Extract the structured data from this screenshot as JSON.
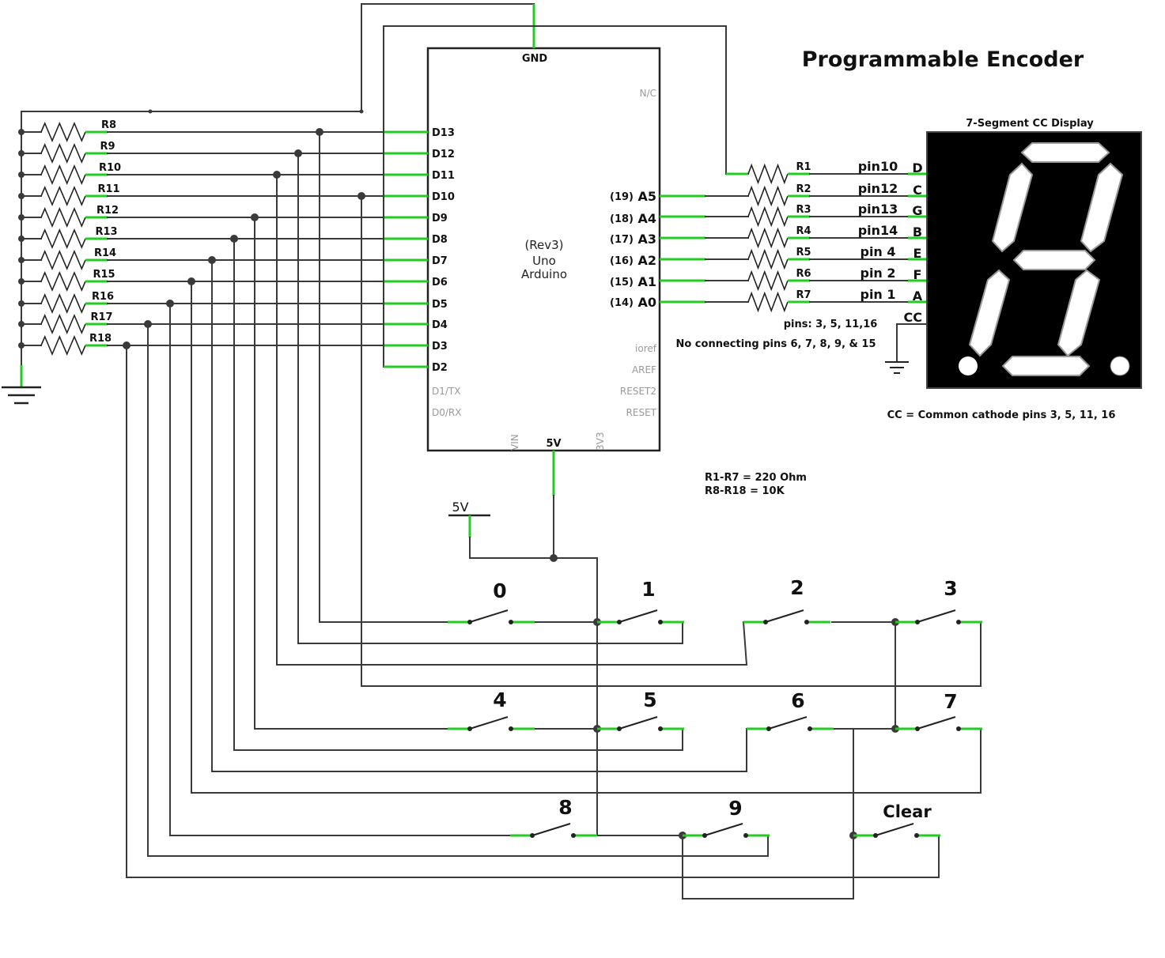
{
  "title": "Programmable Encoder",
  "arduino": {
    "line1": "(Rev3)",
    "line2": "Uno",
    "line3": "Arduino",
    "gnd": "GND",
    "five_v": "5V",
    "vin": "VIN",
    "v33": "3V3",
    "nc": "N/C",
    "ioref": "ioref",
    "aref": "AREF",
    "reset2": "RESET2",
    "reset": "RESET",
    "d1": "D1/TX",
    "d0": "D0/RX",
    "left_pins": [
      "D13",
      "D12",
      "D11",
      "D10",
      "D9",
      "D8",
      "D7",
      "D6",
      "D5",
      "D4",
      "D3",
      "D2"
    ],
    "right_pins": [
      {
        "num": "(19)",
        "name": "A5"
      },
      {
        "num": "(18)",
        "name": "A4"
      },
      {
        "num": "(17)",
        "name": "A3"
      },
      {
        "num": "(16)",
        "name": "A2"
      },
      {
        "num": "(15)",
        "name": "A1"
      },
      {
        "num": "(14)",
        "name": "A0"
      }
    ]
  },
  "pulldown_resistors": [
    "R8",
    "R9",
    "R10",
    "R11",
    "R12",
    "R13",
    "R14",
    "R15",
    "R16",
    "R17",
    "R18"
  ],
  "segment_resistors": [
    "R1",
    "R2",
    "R3",
    "R4",
    "R5",
    "R6",
    "R7"
  ],
  "display_pins": [
    "pin10",
    "pin12",
    "pin13",
    "pin14",
    "pin 4",
    "pin 2",
    "pin 1"
  ],
  "segment_letters": [
    "D",
    "C",
    "G",
    "B",
    "E",
    "F",
    "A"
  ],
  "display": {
    "title": "7-Segment CC Display",
    "cc": "CC",
    "pins_note": "pins: 3, 5, 11,16",
    "no_connect": "No connecting pins 6, 7, 8, 9, & 15",
    "cc_note": "CC = Common cathode pins 3, 5, 11, 16"
  },
  "resistor_notes": [
    "R1-R7 = 220 Ohm",
    "R8-R18 = 10K"
  ],
  "supply_label": "5V",
  "switches": [
    "0",
    "1",
    "2",
    "3",
    "4",
    "5",
    "6",
    "7",
    "8",
    "9",
    "Clear"
  ]
}
